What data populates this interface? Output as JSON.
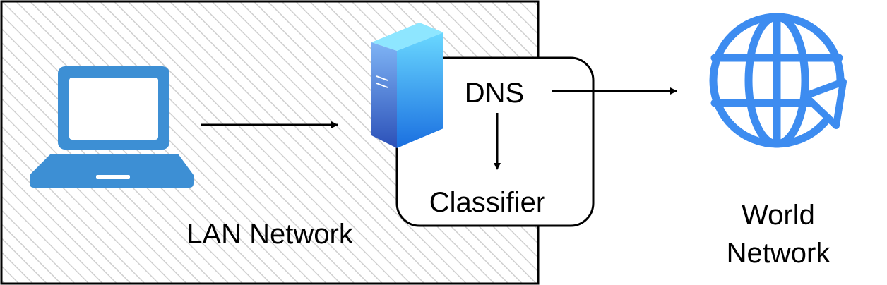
{
  "diagram": {
    "lan_label": "LAN Network",
    "dns_label": "DNS",
    "classifier_label": "Classifier",
    "world_label_line1": "World",
    "world_label_line2": "Network"
  },
  "icons": {
    "laptop": "laptop-icon",
    "server": "server-icon",
    "globe": "globe-icon"
  },
  "colors": {
    "laptop": "#3d8fd4",
    "globe": "#3d8cf0",
    "server_light": "#5fd0ff",
    "server_dark": "#2c64d8",
    "hatch": "#cfcfcf",
    "stroke": "#000000"
  }
}
